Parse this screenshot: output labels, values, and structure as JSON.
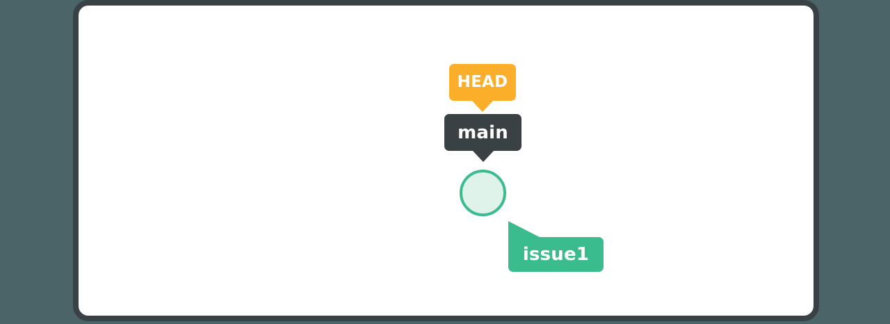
{
  "canvas": {
    "background_color": "#4a6468",
    "frame_fill": "#ffffff",
    "frame_border_color": "#3a4145"
  },
  "graph": {
    "type": "git-commit-graph",
    "head": {
      "label": "HEAD",
      "color": "#fbae2a",
      "text_color": "#ffffff",
      "points_to": "main"
    },
    "branches": [
      {
        "label": "main",
        "color": "#3a4145",
        "text_color": "#ffffff",
        "points_to": "commit-1",
        "checked_out": true
      },
      {
        "label": "issue1",
        "color": "#3bbc8e",
        "text_color": "#ffffff",
        "points_to": "commit-1",
        "checked_out": false
      }
    ],
    "commits": [
      {
        "id": "commit-1",
        "fill_color": "#dff3ea",
        "border_color": "#3bbc8e"
      }
    ]
  }
}
